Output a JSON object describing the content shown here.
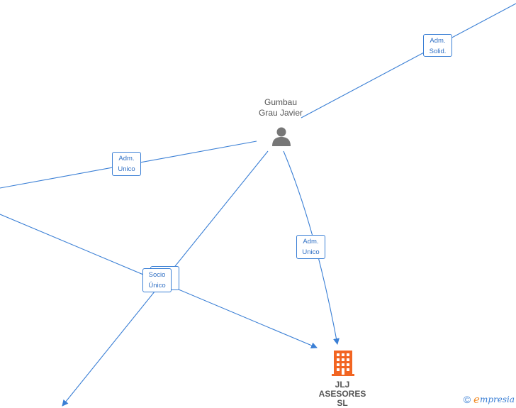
{
  "person": {
    "name_line1": "Gumbau",
    "name_line2": "Grau Javier",
    "icon": "person-icon"
  },
  "company": {
    "name_line1": "JLJ",
    "name_line2": "ASESORES",
    "name_line3": "SL",
    "icon": "building-icon",
    "color": "#f26522"
  },
  "relations": {
    "adm_solid": {
      "line1": "Adm.",
      "line2": "Solid."
    },
    "adm_unico_left": {
      "line1": "Adm.",
      "line2": "Unico"
    },
    "adm_unico_company": {
      "line1": "Adm.",
      "line2": "Unico"
    },
    "socio_unico": {
      "line1": "Socio",
      "line2": "Único"
    }
  },
  "branding": {
    "copyright_symbol": "©",
    "logo_initial": "e",
    "logo_rest": "mpresia"
  },
  "colors": {
    "edge": "#3a7fd5",
    "person_icon": "#777777",
    "company_icon": "#f26522"
  }
}
